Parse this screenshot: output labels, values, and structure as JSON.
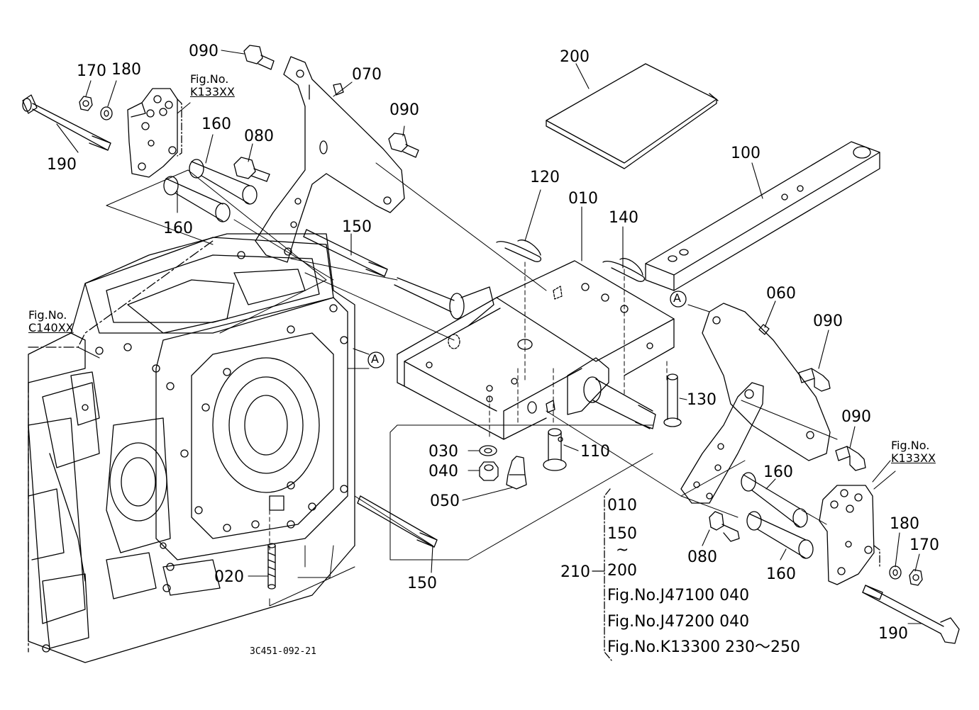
{
  "parts": {
    "p010": "010",
    "p020": "020",
    "p030": "030",
    "p040": "040",
    "p050": "050",
    "p060": "060",
    "p070": "070",
    "p080a": "080",
    "p080b": "080",
    "p090a": "090",
    "p090b": "090",
    "p090c": "090",
    "p090d": "090",
    "p100": "100",
    "p110": "110",
    "p120": "120",
    "p130": "130",
    "p140": "140",
    "p150a": "150",
    "p150b": "150",
    "p160a": "160",
    "p160b": "160",
    "p160c": "160",
    "p160d": "160",
    "p170a": "170",
    "p170b": "170",
    "p180a": "180",
    "p180b": "180",
    "p190a": "190",
    "p190b": "190",
    "p200": "200",
    "p210": "210"
  },
  "refs": {
    "fig_label": "Fig.No.",
    "k133_left": "K133XX",
    "k133_right": "K133XX",
    "c140": "C140XX",
    "marker_a1": "A",
    "marker_a2": "A"
  },
  "kit": {
    "line1": "010",
    "line2": "150",
    "line3": "~",
    "line4": "200",
    "line5": "Fig.No.J47100  040",
    "line6": "Fig.No.J47200  040",
    "line7": "Fig.No.K13300  230～250"
  },
  "drawing_code": "3C451-092-21"
}
